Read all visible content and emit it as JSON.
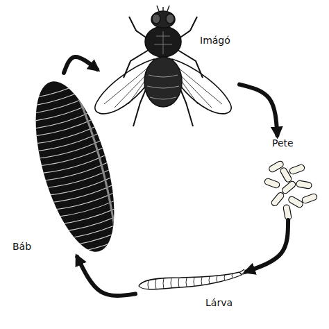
{
  "diagram": {
    "nodes": [
      {
        "text": [
          "Imágó"
        ]
      },
      {
        "text": [
          "Pete"
        ]
      },
      {
        "text": [
          "Lárva"
        ]
      },
      {
        "text": [
          "Báb"
        ]
      }
    ],
    "edges": [
      {
        "from": 0,
        "to": 1,
        "arrow": "to"
      },
      {
        "from": 1,
        "to": 2,
        "arrow": "to"
      },
      {
        "from": 2,
        "to": 3,
        "arrow": "to"
      },
      {
        "from": 3,
        "to": 0,
        "arrow": "to"
      }
    ]
  }
}
